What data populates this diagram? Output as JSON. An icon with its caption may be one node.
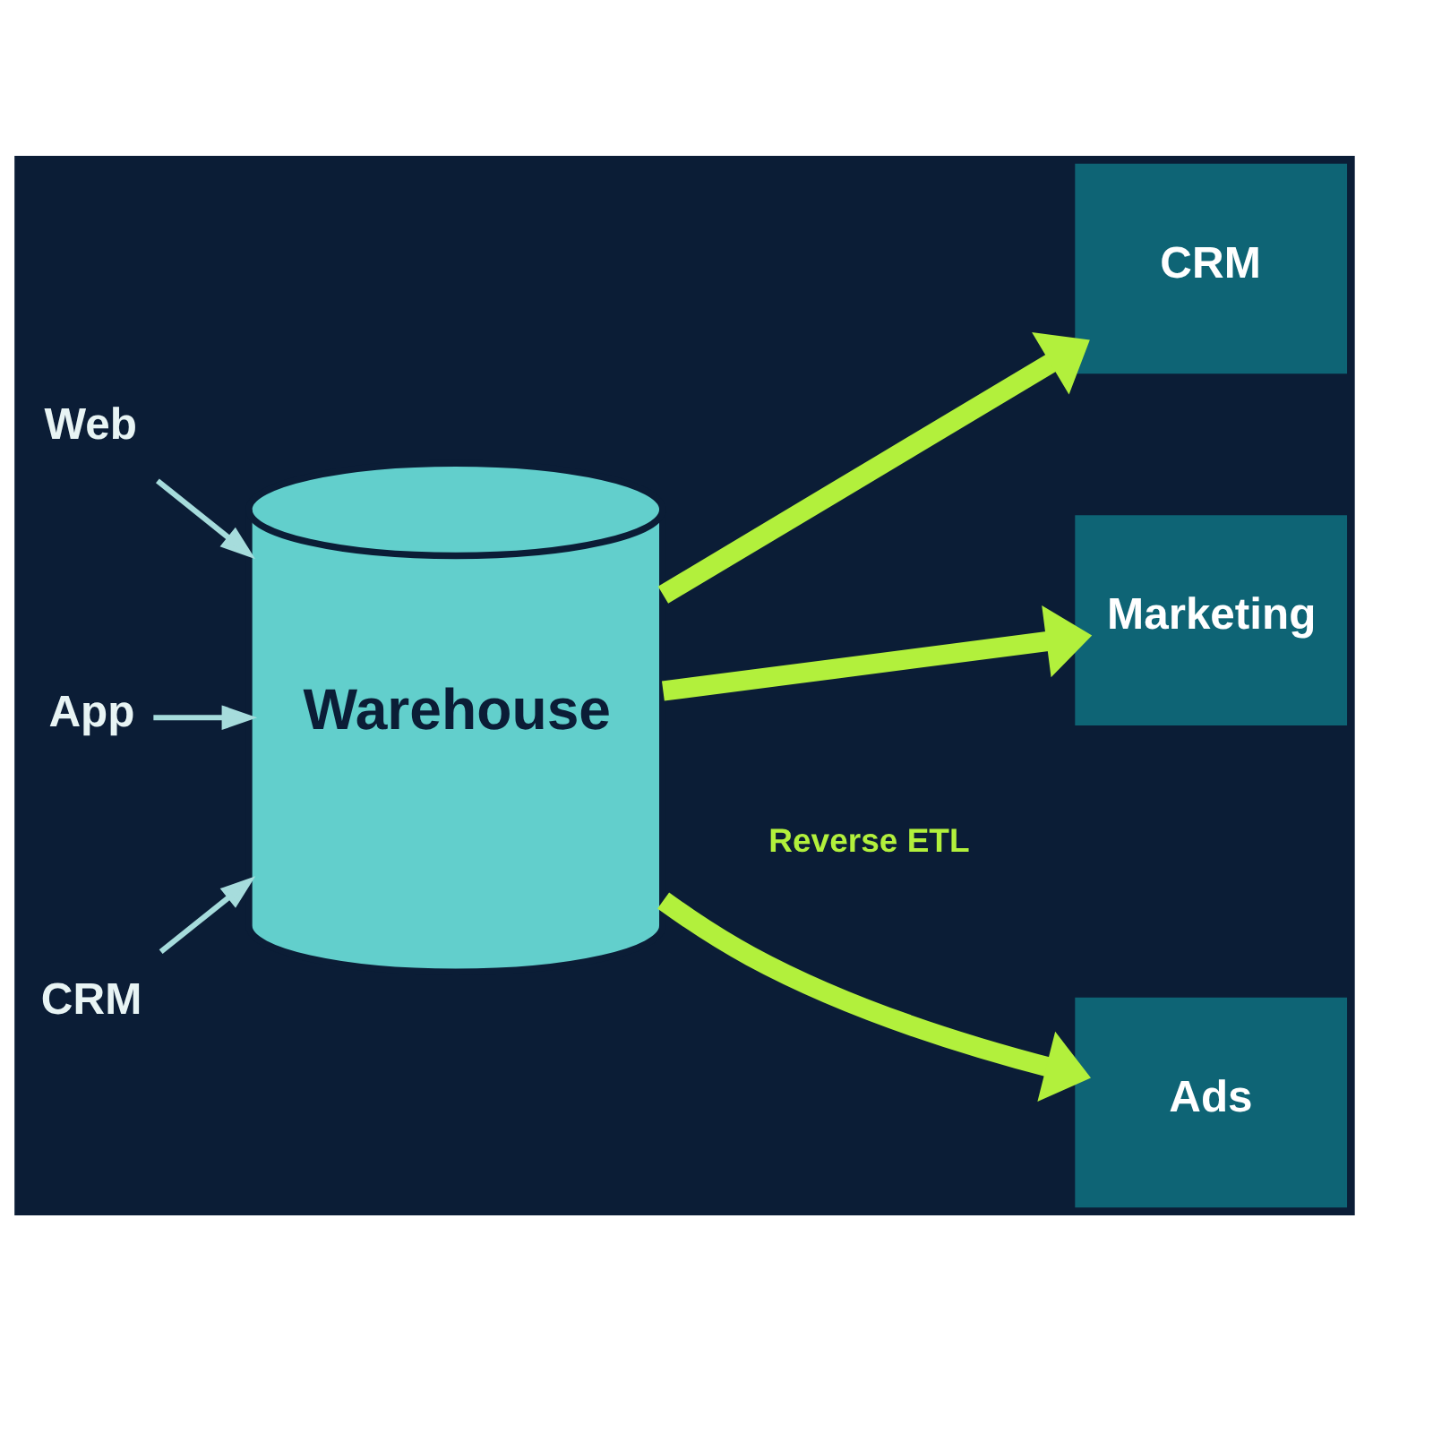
{
  "diagram": {
    "nodes": [
      {
        "text": [
          "Web"
        ]
      },
      {
        "text": [
          "App"
        ]
      },
      {
        "text": [
          "CRM"
        ]
      },
      {
        "text": [
          "Warehouse"
        ]
      },
      {
        "text": [
          "CRM"
        ]
      },
      {
        "text": [
          "Marketing"
        ]
      },
      {
        "text": [
          "Ads"
        ]
      }
    ],
    "edges": [
      {
        "from": 0,
        "to": 3,
        "arrow": "to"
      },
      {
        "from": 1,
        "to": 3,
        "arrow": "to"
      },
      {
        "from": 2,
        "to": 3,
        "arrow": "to"
      },
      {
        "from": 3,
        "to": 4,
        "arrow": "to",
        "style": "thick",
        "color": "#b2f03c"
      },
      {
        "from": 3,
        "to": 5,
        "arrow": "to",
        "style": "thick",
        "color": "#b2f03c"
      },
      {
        "from": 3,
        "to": 6,
        "arrow": "to",
        "style": "thick",
        "color": "#b2f03c"
      }
    ],
    "labels": [
      "Reverse ETL"
    ]
  }
}
